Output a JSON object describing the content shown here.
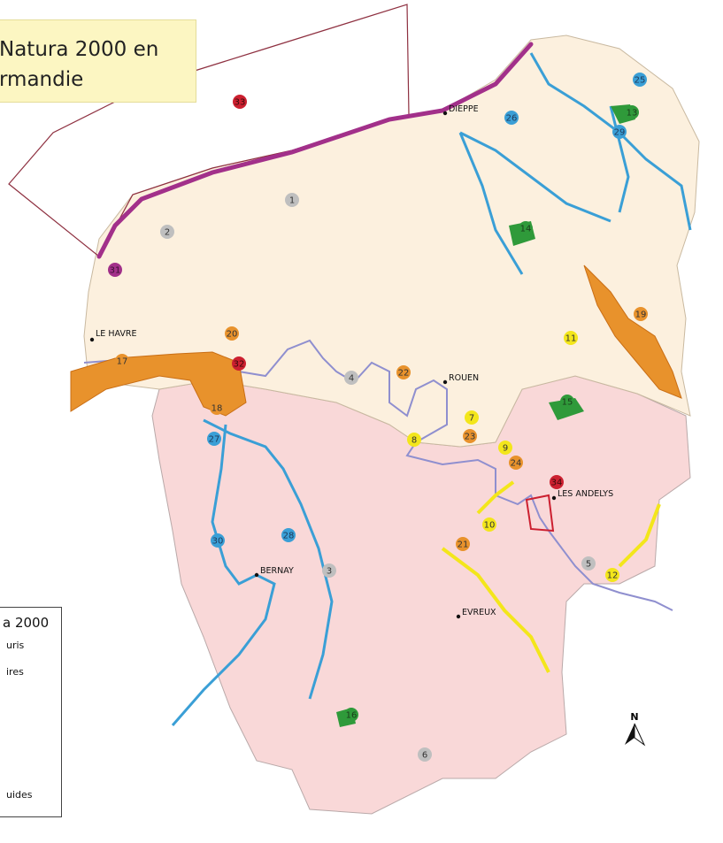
{
  "title": {
    "line1": "Natura 2000 en",
    "line2": "rmandie"
  },
  "legend": {
    "title": "a 2000",
    "items": [
      "uris",
      "ires",
      "uides"
    ]
  },
  "north_label": "N",
  "colors": {
    "land_north": "#fcf0de",
    "land_south": "#f9d8d8",
    "sea_boundary": "#8e3040",
    "coast": "#a2308a",
    "river": "#8f8fcf",
    "river_blue": "#3a9fd6",
    "green": "#2f9a3a",
    "orange": "#e8922c",
    "yellow": "#f3e61b",
    "red": "#cc2030",
    "grey_badge": "#bfbfbf"
  },
  "cities": [
    {
      "name": "DIEPPE"
    },
    {
      "name": "LE HAVRE"
    },
    {
      "name": "ROUEN"
    },
    {
      "name": "LES ANDELYS"
    },
    {
      "name": "BERNAY"
    },
    {
      "name": "EVREUX"
    }
  ],
  "sites": [
    {
      "number": "1",
      "category": "grey"
    },
    {
      "number": "2",
      "category": "grey"
    },
    {
      "number": "3",
      "category": "grey"
    },
    {
      "number": "4",
      "category": "grey"
    },
    {
      "number": "5",
      "category": "grey"
    },
    {
      "number": "6",
      "category": "grey"
    },
    {
      "number": "7",
      "category": "yellow"
    },
    {
      "number": "8",
      "category": "yellow"
    },
    {
      "number": "9",
      "category": "yellow"
    },
    {
      "number": "10",
      "category": "yellow"
    },
    {
      "number": "11",
      "category": "yellow"
    },
    {
      "number": "12",
      "category": "yellow"
    },
    {
      "number": "13",
      "category": "green"
    },
    {
      "number": "14",
      "category": "green"
    },
    {
      "number": "15",
      "category": "green"
    },
    {
      "number": "16",
      "category": "green"
    },
    {
      "number": "17",
      "category": "orange"
    },
    {
      "number": "18",
      "category": "orange"
    },
    {
      "number": "19",
      "category": "orange"
    },
    {
      "number": "20",
      "category": "orange"
    },
    {
      "number": "21",
      "category": "orange"
    },
    {
      "number": "22",
      "category": "orange"
    },
    {
      "number": "23",
      "category": "orange"
    },
    {
      "number": "24",
      "category": "orange"
    },
    {
      "number": "25",
      "category": "blue"
    },
    {
      "number": "26",
      "category": "blue"
    },
    {
      "number": "27",
      "category": "blue"
    },
    {
      "number": "28",
      "category": "blue"
    },
    {
      "number": "29",
      "category": "blue"
    },
    {
      "number": "30",
      "category": "blue"
    },
    {
      "number": "31",
      "category": "purple"
    },
    {
      "number": "32",
      "category": "red"
    },
    {
      "number": "33",
      "category": "red"
    },
    {
      "number": "34",
      "category": "red"
    }
  ]
}
